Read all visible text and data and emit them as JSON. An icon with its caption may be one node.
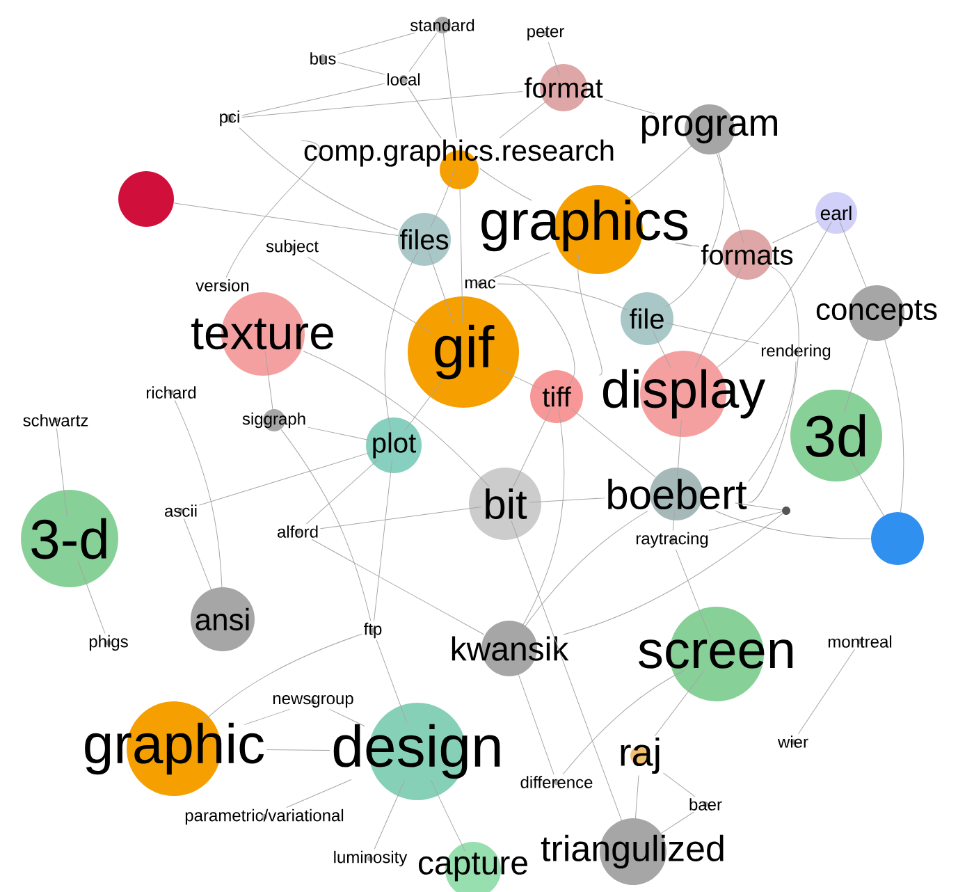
{
  "diagram": {
    "nodes": [
      {
        "text": [
          "standard"
        ]
      },
      {
        "text": [
          "peter"
        ]
      },
      {
        "text": [
          "bus"
        ]
      },
      {
        "text": [
          "local"
        ]
      },
      {
        "text": [
          "format"
        ]
      },
      {
        "text": [
          "program"
        ]
      },
      {
        "text": [
          "pci"
        ]
      },
      {
        "text": [
          "comp.graphics.research"
        ]
      },
      {
        "text": [],
        "shape": "circle"
      },
      {
        "text": [
          "graphics"
        ]
      },
      {
        "text": [
          "earl"
        ]
      },
      {
        "text": [
          "files"
        ]
      },
      {
        "text": [
          "subject"
        ]
      },
      {
        "text": [
          "version"
        ]
      },
      {
        "text": [
          "formats"
        ]
      },
      {
        "text": [
          "mac"
        ]
      },
      {
        "text": [
          "concepts"
        ]
      },
      {
        "text": [
          "file"
        ]
      },
      {
        "text": [
          "texture"
        ]
      },
      {
        "text": [
          "gif"
        ]
      },
      {
        "text": [
          "rendering"
        ]
      },
      {
        "text": [
          "display"
        ]
      },
      {
        "text": [
          "tiff"
        ]
      },
      {
        "text": [
          "3d"
        ]
      },
      {
        "text": [
          "richard"
        ]
      },
      {
        "text": [
          "siggraph"
        ]
      },
      {
        "text": [
          "schwartz"
        ]
      },
      {
        "text": [
          "plot"
        ]
      },
      {
        "text": [
          "3-d"
        ]
      },
      {
        "text": [
          "ascii"
        ]
      },
      {
        "text": [
          "bit"
        ]
      },
      {
        "text": [
          "boebert"
        ]
      },
      {
        "text": [],
        "shape": "circle"
      },
      {
        "text": [
          "alford"
        ]
      },
      {
        "text": [
          "raytracing"
        ]
      },
      {
        "text": [],
        "shape": "circle"
      },
      {
        "text": [
          "ansi"
        ]
      },
      {
        "text": [
          "ftp"
        ]
      },
      {
        "text": [
          "phigs"
        ]
      },
      {
        "text": [
          "kwansik"
        ]
      },
      {
        "text": [
          "screen"
        ]
      },
      {
        "text": [
          "montreal"
        ]
      },
      {
        "text": [
          "newsgroup"
        ]
      },
      {
        "text": [
          "graphic"
        ]
      },
      {
        "text": [
          "design"
        ]
      },
      {
        "text": [
          "raj"
        ]
      },
      {
        "text": [
          "wier"
        ]
      },
      {
        "text": [
          "difference"
        ]
      },
      {
        "text": [
          "baer"
        ]
      },
      {
        "text": [
          "parametric/variational"
        ]
      },
      {
        "text": [
          "luminosity"
        ]
      },
      {
        "text": [
          "capture"
        ]
      },
      {
        "text": [
          "triangulized"
        ]
      }
    ],
    "edges": [
      {
        "from": 0,
        "to": 2,
        "arrow": "none"
      },
      {
        "from": 0,
        "to": 3,
        "arrow": "none"
      },
      {
        "from": 0,
        "to": 7,
        "arrow": "none"
      },
      {
        "from": 3,
        "to": 6,
        "arrow": "none"
      },
      {
        "from": 2,
        "to": 3,
        "arrow": "none"
      },
      {
        "from": 3,
        "to": 7,
        "arrow": "none"
      },
      {
        "from": 6,
        "to": 11,
        "arrow": "none"
      },
      {
        "from": 6,
        "to": 4,
        "arrow": "none"
      },
      {
        "from": 1,
        "to": 4,
        "arrow": "none"
      },
      {
        "from": 4,
        "to": 5,
        "arrow": "none"
      },
      {
        "from": 4,
        "to": 7,
        "arrow": "none"
      },
      {
        "from": 9,
        "to": 14,
        "arrow": "none"
      },
      {
        "from": 7,
        "to": 9,
        "arrow": "none"
      },
      {
        "from": 5,
        "to": 9,
        "arrow": "none"
      },
      {
        "from": 5,
        "to": 14,
        "arrow": "none"
      },
      {
        "from": 5,
        "to": 17,
        "arrow": "none"
      },
      {
        "from": 10,
        "to": 14,
        "arrow": "none"
      },
      {
        "from": 10,
        "to": 16,
        "arrow": "none"
      },
      {
        "from": 10,
        "to": 21,
        "arrow": "none"
      },
      {
        "from": 16,
        "to": 23,
        "arrow": "none"
      },
      {
        "from": 16,
        "to": 35,
        "arrow": "none"
      },
      {
        "from": 23,
        "to": 35,
        "arrow": "none"
      },
      {
        "from": 8,
        "to": 11,
        "arrow": "none"
      },
      {
        "from": 12,
        "to": 19,
        "arrow": "none"
      },
      {
        "from": 13,
        "to": 7,
        "arrow": "none"
      },
      {
        "from": 11,
        "to": 19,
        "arrow": "none"
      },
      {
        "from": 11,
        "to": 27,
        "arrow": "none"
      },
      {
        "from": 7,
        "to": 19,
        "arrow": "none"
      },
      {
        "from": 7,
        "to": 11,
        "arrow": "none"
      },
      {
        "from": 9,
        "to": 15,
        "arrow": "none"
      },
      {
        "from": 9,
        "to": 21,
        "arrow": "none"
      },
      {
        "from": 15,
        "to": 17,
        "arrow": "none"
      },
      {
        "from": 15,
        "to": 22,
        "arrow": "none"
      },
      {
        "from": 19,
        "to": 22,
        "arrow": "none"
      },
      {
        "from": 19,
        "to": 27,
        "arrow": "none"
      },
      {
        "from": 17,
        "to": 20,
        "arrow": "none"
      },
      {
        "from": 17,
        "to": 21,
        "arrow": "none"
      },
      {
        "from": 14,
        "to": 21,
        "arrow": "none"
      },
      {
        "from": 14,
        "to": 31,
        "arrow": "none"
      },
      {
        "from": 20,
        "to": 31,
        "arrow": "none"
      },
      {
        "from": 21,
        "to": 31,
        "arrow": "none"
      },
      {
        "from": 22,
        "to": 39,
        "arrow": "none"
      },
      {
        "from": 22,
        "to": 30,
        "arrow": "none"
      },
      {
        "from": 22,
        "to": 31,
        "arrow": "none"
      },
      {
        "from": 18,
        "to": 25,
        "arrow": "none"
      },
      {
        "from": 18,
        "to": 30,
        "arrow": "none"
      },
      {
        "from": 25,
        "to": 37,
        "arrow": "none"
      },
      {
        "from": 25,
        "to": 27,
        "arrow": "none"
      },
      {
        "from": 24,
        "to": 36,
        "arrow": "none"
      },
      {
        "from": 29,
        "to": 36,
        "arrow": "none"
      },
      {
        "from": 29,
        "to": 27,
        "arrow": "none"
      },
      {
        "from": 26,
        "to": 28,
        "arrow": "none"
      },
      {
        "from": 28,
        "to": 38,
        "arrow": "none"
      },
      {
        "from": 27,
        "to": 33,
        "arrow": "none"
      },
      {
        "from": 27,
        "to": 37,
        "arrow": "none"
      },
      {
        "from": 33,
        "to": 39,
        "arrow": "none"
      },
      {
        "from": 30,
        "to": 31,
        "arrow": "none"
      },
      {
        "from": 33,
        "to": 30,
        "arrow": "none"
      },
      {
        "from": 30,
        "to": 52,
        "arrow": "none"
      },
      {
        "from": 31,
        "to": 32,
        "arrow": "none"
      },
      {
        "from": 31,
        "to": 34,
        "arrow": "none"
      },
      {
        "from": 31,
        "to": 35,
        "arrow": "none"
      },
      {
        "from": 34,
        "to": 32,
        "arrow": "none"
      },
      {
        "from": 34,
        "to": 40,
        "arrow": "none"
      },
      {
        "from": 32,
        "to": 39,
        "arrow": "none"
      },
      {
        "from": 39,
        "to": 47,
        "arrow": "none"
      },
      {
        "from": 39,
        "to": 31,
        "arrow": "none"
      },
      {
        "from": 37,
        "to": 43,
        "arrow": "none"
      },
      {
        "from": 37,
        "to": 44,
        "arrow": "none"
      },
      {
        "from": 42,
        "to": 43,
        "arrow": "none"
      },
      {
        "from": 42,
        "to": 44,
        "arrow": "none"
      },
      {
        "from": 43,
        "to": 44,
        "arrow": "none"
      },
      {
        "from": 44,
        "to": 49,
        "arrow": "none"
      },
      {
        "from": 44,
        "to": 51,
        "arrow": "none"
      },
      {
        "from": 44,
        "to": 50,
        "arrow": "none"
      },
      {
        "from": 40,
        "to": 45,
        "arrow": "none"
      },
      {
        "from": 40,
        "to": 47,
        "arrow": "none"
      },
      {
        "from": 45,
        "to": 52,
        "arrow": "none"
      },
      {
        "from": 45,
        "to": 48,
        "arrow": "none"
      },
      {
        "from": 48,
        "to": 52,
        "arrow": "none"
      },
      {
        "from": 41,
        "to": 46,
        "arrow": "none"
      }
    ]
  }
}
